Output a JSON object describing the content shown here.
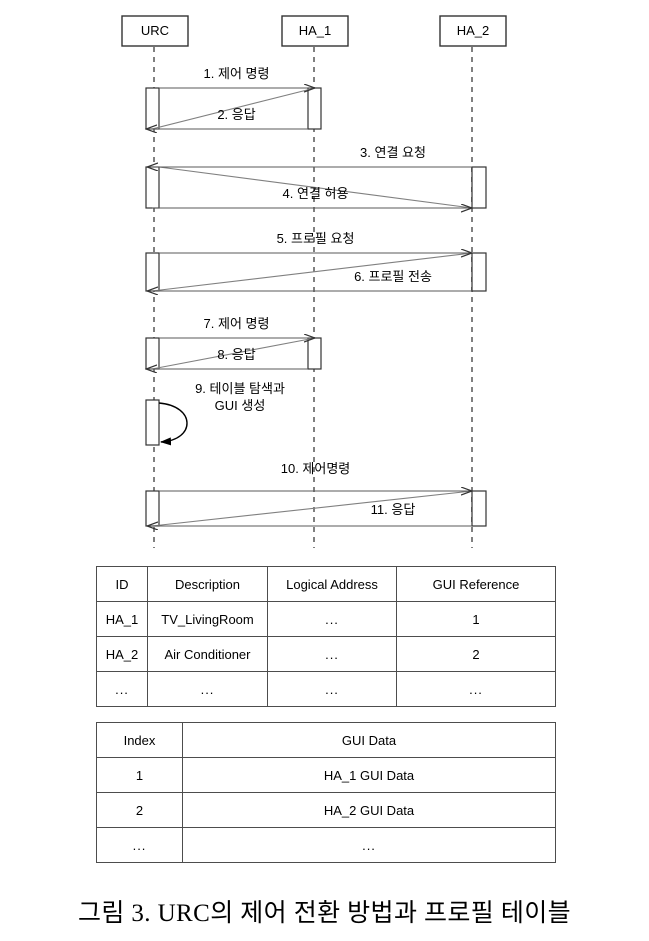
{
  "diagram": {
    "type": "uml-sequence-diagram",
    "lifelines": [
      {
        "id": "urc",
        "label": "URC"
      },
      {
        "id": "ha1",
        "label": "HA_1"
      },
      {
        "id": "ha2",
        "label": "HA_2"
      }
    ],
    "messages": [
      {
        "num": "1",
        "label": "1. 제어 명령",
        "from": "urc",
        "to": "ha1",
        "direction": "right"
      },
      {
        "num": "2",
        "label": "2. 응답",
        "from": "ha1",
        "to": "urc",
        "direction": "left"
      },
      {
        "num": "3",
        "label": "3. 연결 요청",
        "from": "ha2",
        "to": "urc",
        "direction": "left"
      },
      {
        "num": "4",
        "label": "4. 연결 허용",
        "from": "urc",
        "to": "ha2",
        "direction": "right"
      },
      {
        "num": "5",
        "label": "5. 프로필 요청",
        "from": "urc",
        "to": "ha2",
        "direction": "right"
      },
      {
        "num": "6",
        "label": "6. 프로필 전송",
        "from": "ha2",
        "to": "urc",
        "direction": "left"
      },
      {
        "num": "7",
        "label": "7. 제어 명령",
        "from": "urc",
        "to": "ha1",
        "direction": "right"
      },
      {
        "num": "8",
        "label": "8. 응답",
        "from": "ha1",
        "to": "urc",
        "direction": "left"
      },
      {
        "num": "9",
        "label": "9. 테이블 탐색과",
        "label_line2": "GUI 생성",
        "from": "urc",
        "to": "urc",
        "direction": "self"
      },
      {
        "num": "10",
        "label": "10. 제어명령",
        "from": "urc",
        "to": "ha2",
        "direction": "right"
      },
      {
        "num": "11",
        "label": "11. 응답",
        "from": "ha2",
        "to": "urc",
        "direction": "left"
      }
    ]
  },
  "profile_table": {
    "name": "profile-table",
    "headers": [
      "ID",
      "Description",
      "Logical Address",
      "GUI Reference"
    ],
    "rows": [
      [
        "HA_1",
        "TV_LivingRoom",
        "...",
        "1"
      ],
      [
        "HA_2",
        "Air Conditioner",
        "...",
        "2"
      ],
      [
        "...",
        "...",
        "...",
        "..."
      ]
    ]
  },
  "gui_table": {
    "name": "gui-data-table",
    "headers": [
      "Index",
      "GUI Data"
    ],
    "rows": [
      [
        "1",
        "HA_1 GUI Data"
      ],
      [
        "2",
        "HA_2 GUI Data"
      ],
      [
        "...",
        "..."
      ]
    ]
  },
  "caption": {
    "text": "그림 3. URC의 제어 전환 방법과 프로필 테이블"
  },
  "colors": {
    "stroke": "#4d4d4d",
    "line": "#595959",
    "text": "#000000",
    "background": "#ffffff"
  }
}
